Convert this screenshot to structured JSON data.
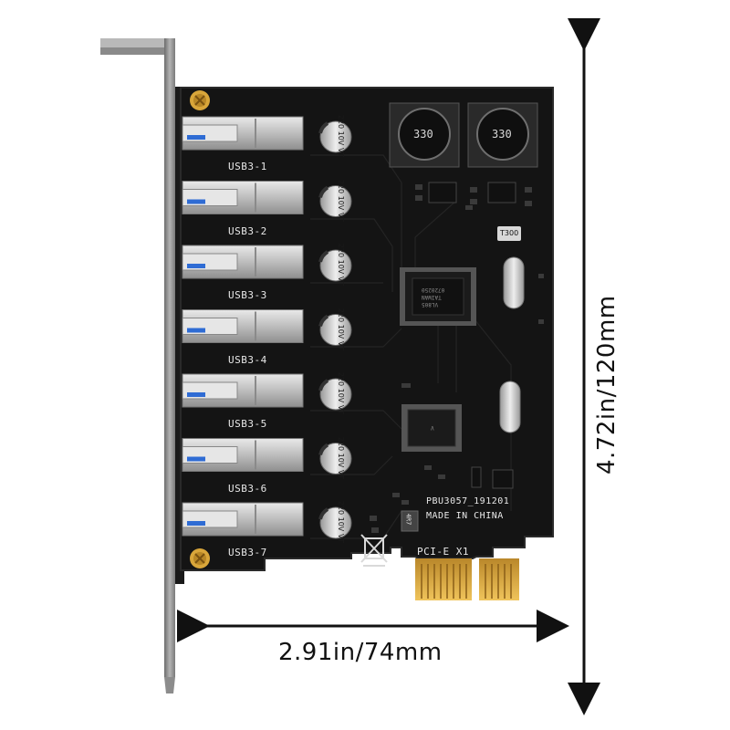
{
  "dimensions": {
    "width_label": "2.91in/74mm",
    "height_label": "4.72in/120mm"
  },
  "ports": [
    {
      "label": "USB3-1"
    },
    {
      "label": "USB3-2"
    },
    {
      "label": "USB3-3"
    },
    {
      "label": "USB3-4"
    },
    {
      "label": "USB3-5"
    },
    {
      "label": "USB3-6"
    },
    {
      "label": "USB3-7"
    }
  ],
  "capacitor_text": [
    "220",
    "10V",
    "VT"
  ],
  "inductor_text": "330",
  "crystal_small_text": "T300",
  "board_text": {
    "model": "PBU3057_191201",
    "origin": "MADE IN CHINA",
    "interface": "PCI-E  X1",
    "component": "4R7"
  },
  "chip_text": {
    "main": [
      "VL805",
      "TAIWAN",
      "0720250"
    ],
    "secondary": [
      "V"
    ]
  },
  "colors": {
    "pcb": "#141414",
    "bracket": "#9a9a9a",
    "gold": "#d9a63a",
    "port_metal": "#c9c9c9",
    "arrow": "#111111"
  }
}
